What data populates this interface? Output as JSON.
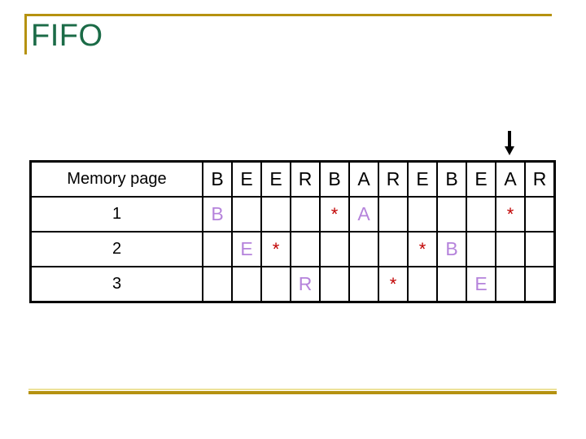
{
  "title": "FIFO",
  "colors": {
    "title": "#1B6B47",
    "gold": "#B5920F",
    "gold_light": "#EDE29B",
    "page_letter": "#B583DB",
    "hit_marker": "#C00000",
    "table_line": "#000000"
  },
  "arrow": {
    "icon": "down-arrow",
    "points_to_column": 11
  },
  "table": {
    "header_label": "Memory page",
    "reference_string": [
      "B",
      "E",
      "E",
      "R",
      "B",
      "A",
      "R",
      "E",
      "B",
      "E",
      "A",
      "R"
    ],
    "rows": [
      {
        "label": "1",
        "cells": [
          "B",
          "",
          "",
          "",
          "*",
          "A",
          "",
          "",
          "",
          "",
          "*",
          ""
        ]
      },
      {
        "label": "2",
        "cells": [
          "",
          "E",
          "*",
          "",
          "",
          "",
          "",
          "*",
          "B",
          "",
          "",
          ""
        ]
      },
      {
        "label": "3",
        "cells": [
          "",
          "",
          "",
          "R",
          "",
          "",
          "*",
          "",
          "",
          "E",
          "",
          ""
        ]
      }
    ]
  }
}
